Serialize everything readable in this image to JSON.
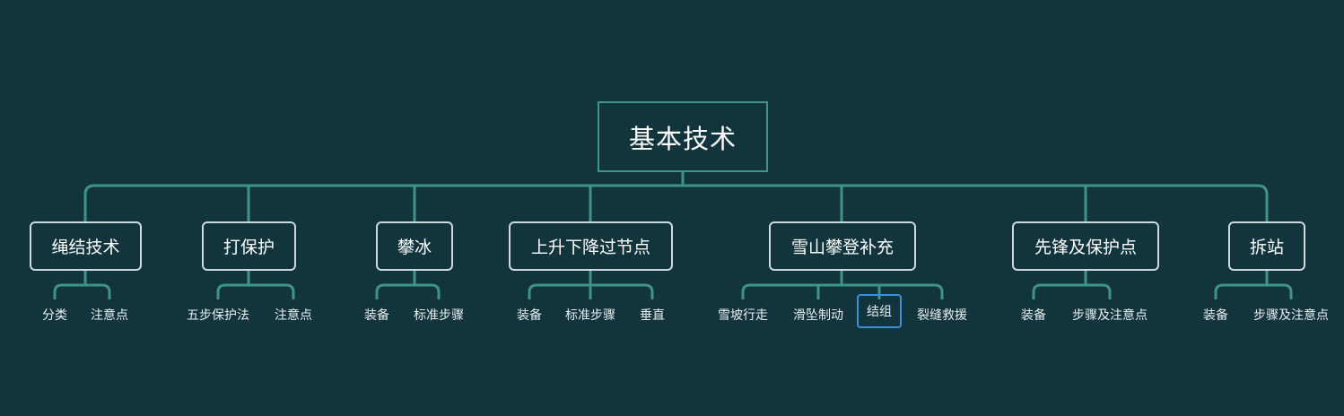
{
  "root": {
    "label": "基本技术"
  },
  "colors": {
    "background": "#12353d",
    "connector": "#3f9487",
    "branch_border": "#cfd8da",
    "selection": "#3e8fd6"
  },
  "branches": [
    {
      "label": "绳结技术",
      "leaves": [
        "分类",
        "注意点"
      ]
    },
    {
      "label": "打保护",
      "leaves": [
        "五步保护法",
        "注意点"
      ]
    },
    {
      "label": "攀冰",
      "leaves": [
        "装备",
        "标准步骤"
      ]
    },
    {
      "label": "上升下降过节点",
      "leaves": [
        "装备",
        "标准步骤",
        "垂直"
      ]
    },
    {
      "label": "雪山攀登补充",
      "leaves": [
        "雪坡行走",
        "滑坠制动",
        "结组",
        "裂缝救援"
      ]
    },
    {
      "label": "先锋及保护点",
      "leaves": [
        "装备",
        "步骤及注意点"
      ]
    },
    {
      "label": "拆站",
      "leaves": [
        "装备",
        "步骤及注意点"
      ]
    }
  ],
  "selected_leaf": "结组"
}
